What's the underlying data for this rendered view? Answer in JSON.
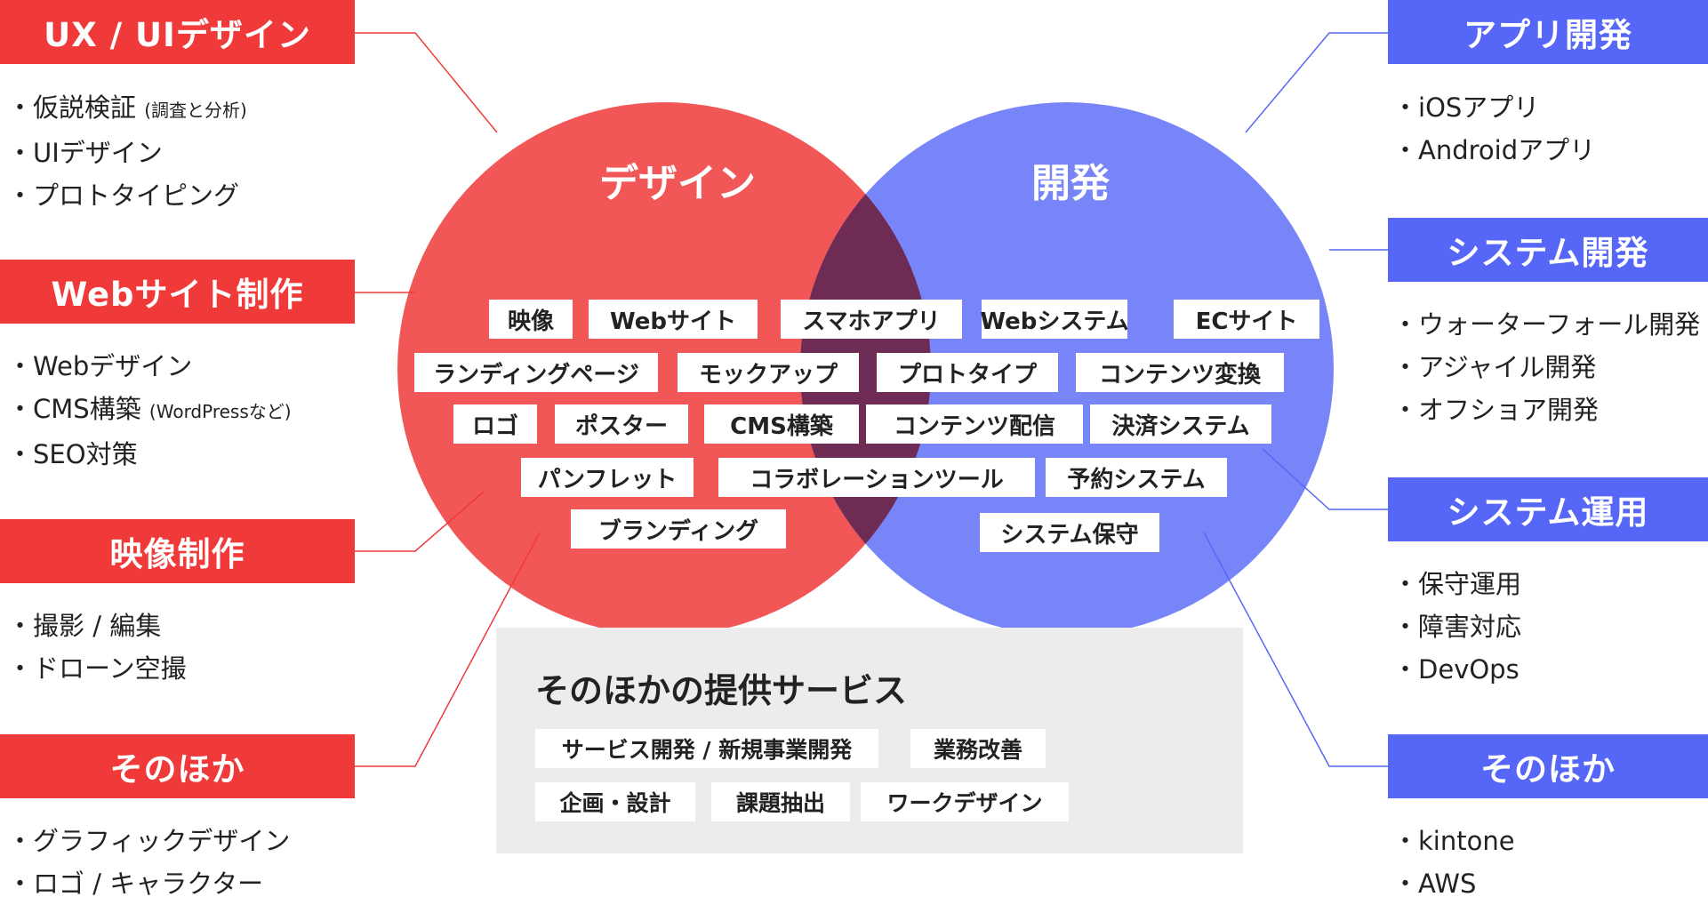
{
  "colors": {
    "design": "#f03a3a",
    "develop": "#5667f7",
    "overlap": "#6e2c54",
    "panel": "#ececec"
  },
  "left_categories": [
    {
      "title": "UX / UIデザイン",
      "items": [
        {
          "text": "仮説検証",
          "note": "(調査と分析)"
        },
        {
          "text": "UIデザイン",
          "note": ""
        },
        {
          "text": "プロトタイピング",
          "note": ""
        }
      ]
    },
    {
      "title": "Webサイト制作",
      "items": [
        {
          "text": "Webデザイン",
          "note": ""
        },
        {
          "text": "CMS構築",
          "note": "(WordPressなど)"
        },
        {
          "text": "SEO対策",
          "note": ""
        }
      ]
    },
    {
      "title": "映像制作",
      "items": [
        {
          "text": "撮影 / 編集",
          "note": ""
        },
        {
          "text": "ドローン空撮",
          "note": ""
        }
      ]
    },
    {
      "title": "そのほか",
      "items": [
        {
          "text": "グラフィックデザイン",
          "note": ""
        },
        {
          "text": "ロゴ / キャラクター",
          "note": ""
        }
      ]
    }
  ],
  "right_categories": [
    {
      "title": "アプリ開発",
      "items": [
        {
          "text": "iOSアプリ"
        },
        {
          "text": "Androidアプリ"
        }
      ]
    },
    {
      "title": "システム開発",
      "items": [
        {
          "text": "ウォーターフォール開発"
        },
        {
          "text": "アジャイル開発"
        },
        {
          "text": "オフショア開発"
        }
      ]
    },
    {
      "title": "システム運用",
      "items": [
        {
          "text": "保守運用"
        },
        {
          "text": "障害対応"
        },
        {
          "text": "DevOps"
        }
      ]
    },
    {
      "title": "そのほか",
      "items": [
        {
          "text": "kintone"
        },
        {
          "text": "AWS"
        }
      ]
    }
  ],
  "venn": {
    "design_title": "デザイン",
    "develop_title": "開発",
    "tags": [
      "映像",
      "Webサイト",
      "スマホアプリ",
      "Webシステム",
      "ECサイト",
      "ランディングページ",
      "モックアップ",
      "プロトタイプ",
      "コンテンツ変換",
      "ロゴ",
      "ポスター",
      "CMS構築",
      "コンテンツ配信",
      "決済システム",
      "パンフレット",
      "コラボレーションツール",
      "予約システム",
      "ブランディング",
      "システム保守"
    ]
  },
  "other_services": {
    "title": "そのほかの提供サービス",
    "tags": [
      "サービス開発 / 新規事業開発",
      "業務改善",
      "企画・設計",
      "課題抽出",
      "ワークデザイン"
    ]
  }
}
